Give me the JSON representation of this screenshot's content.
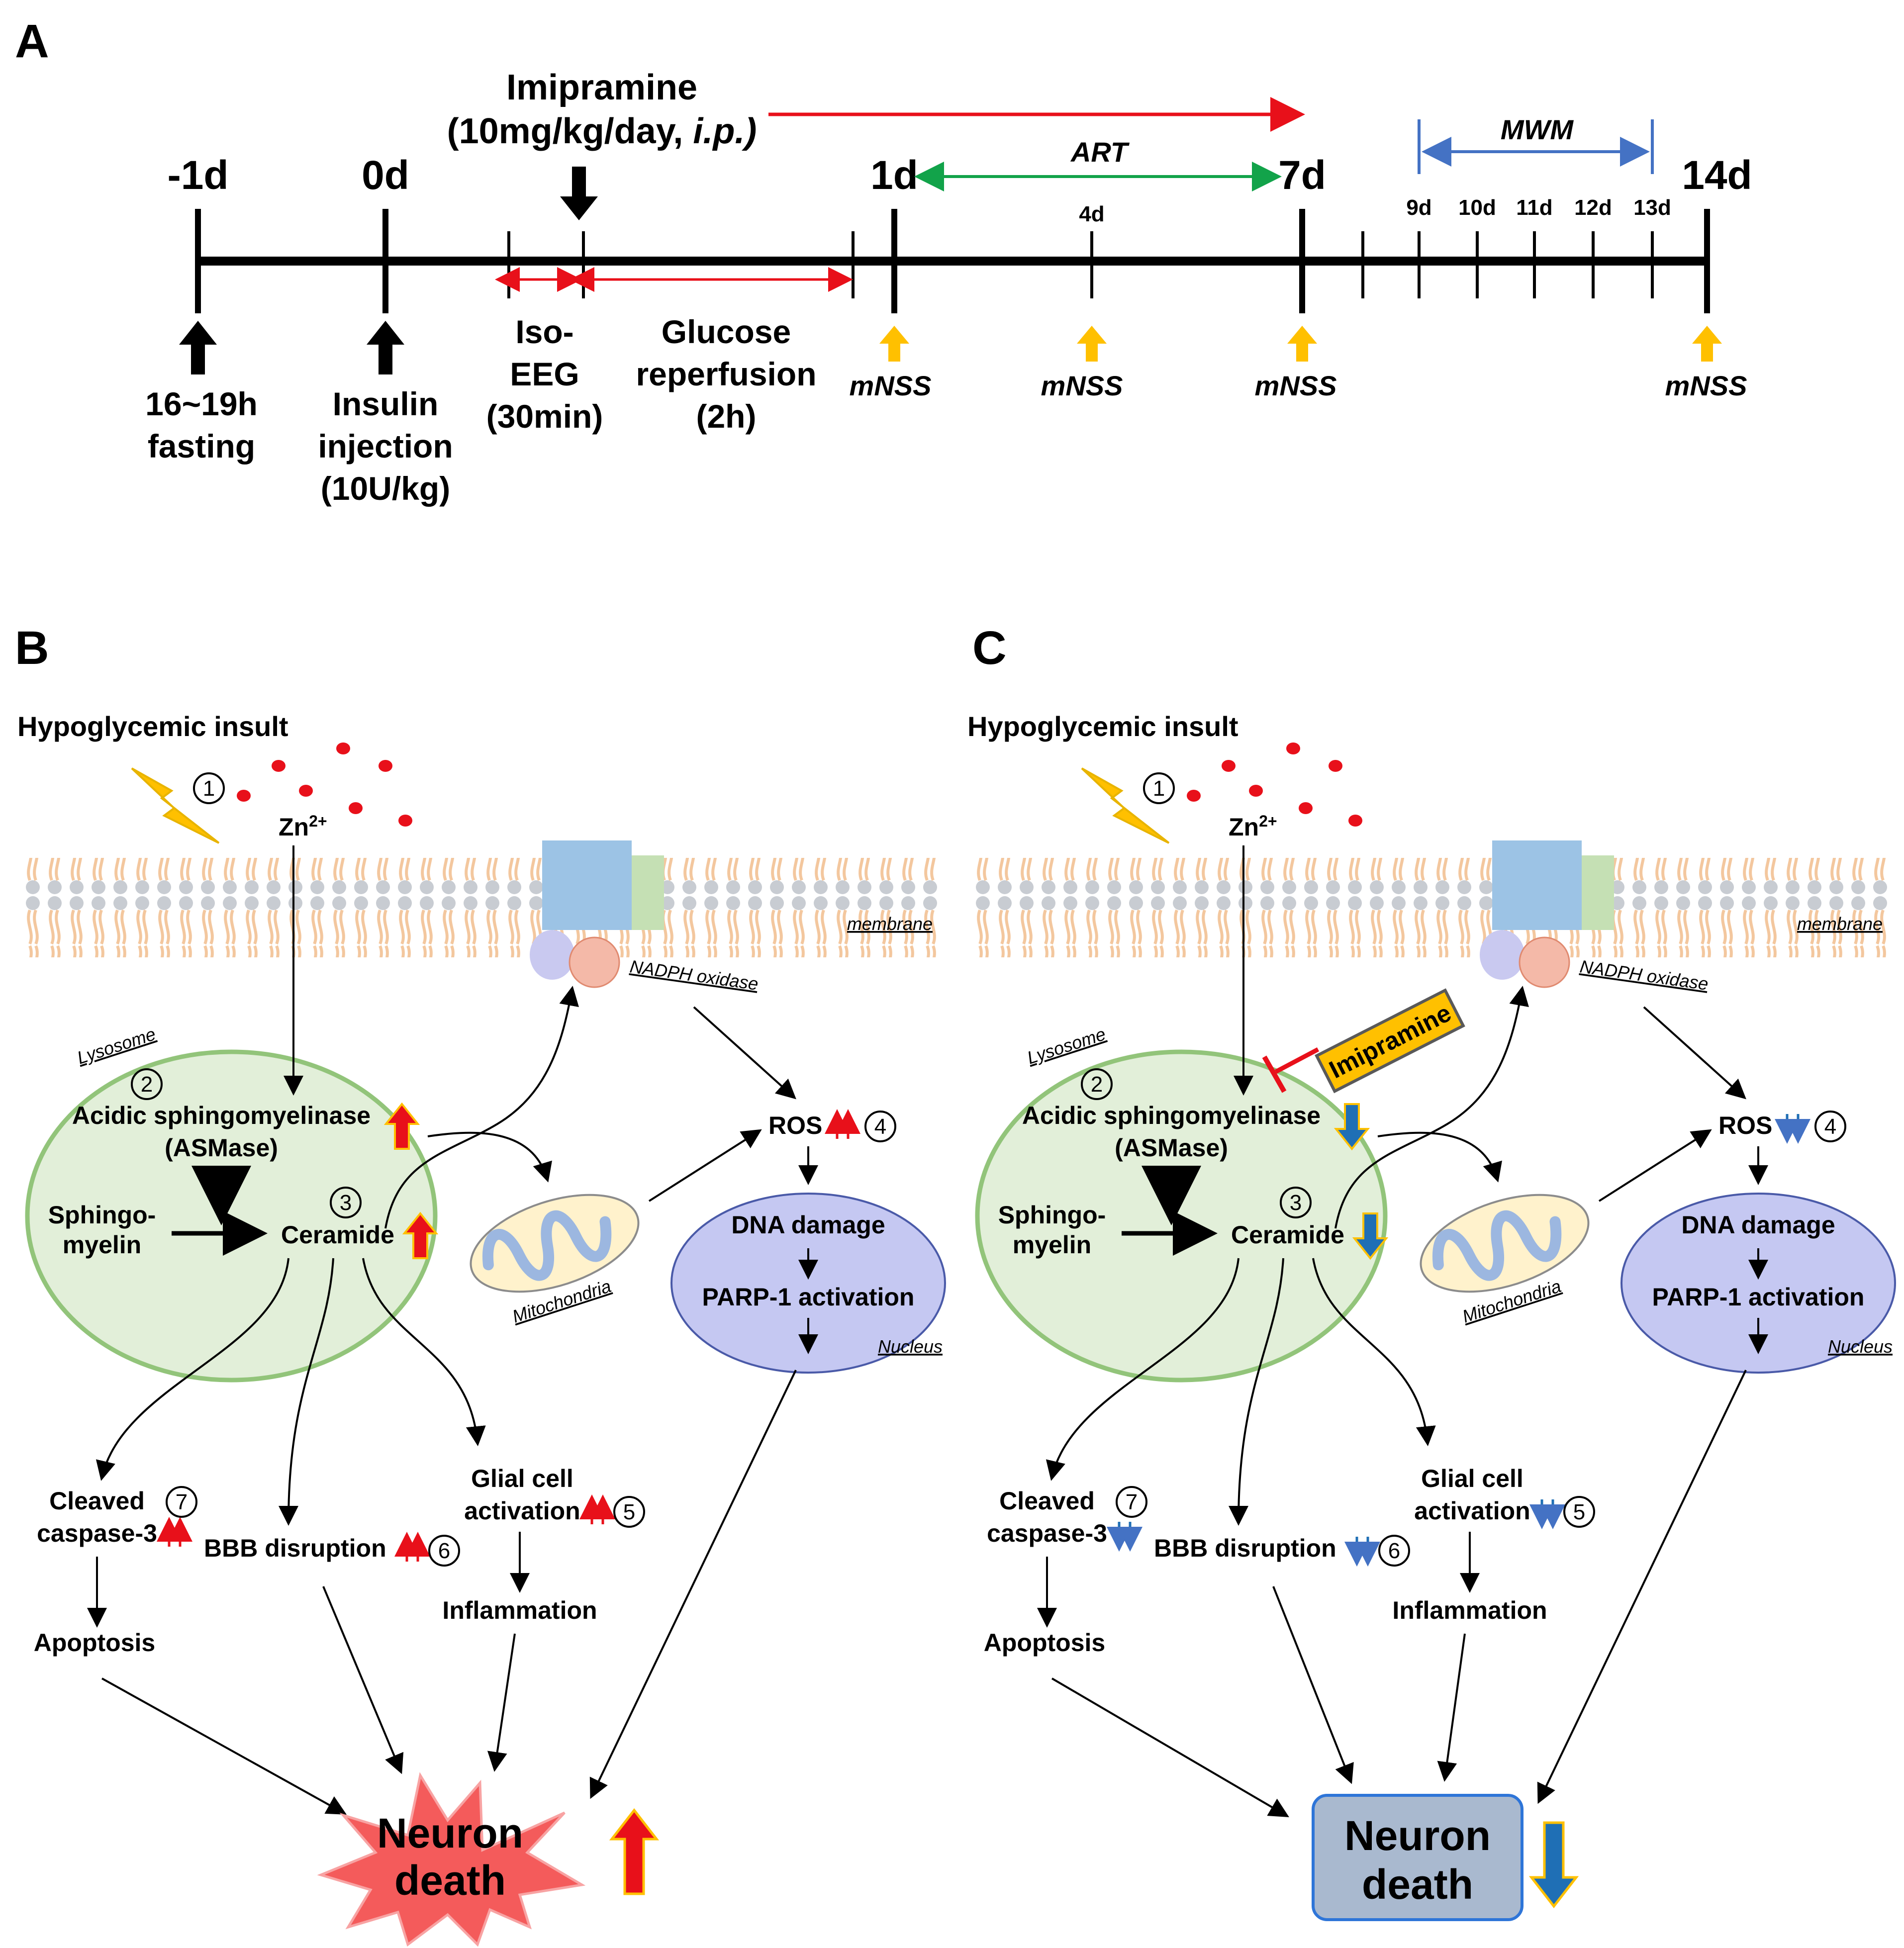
{
  "panelA": {
    "label": "A",
    "imipramine_title": "Imipramine",
    "imipramine_dose": "(10mg/kg/day, ",
    "imipramine_route": "i.p.)",
    "days": [
      "-1d",
      "0d",
      "1d",
      "7d",
      "14d"
    ],
    "minor_days": [
      "4d",
      "9d",
      "10d",
      "11d",
      "12d",
      "13d"
    ],
    "art_label": "ART",
    "mwm_label": "MWM",
    "fasting": [
      "16~19h",
      "fasting"
    ],
    "insulin": [
      "Insulin",
      "injection",
      "(10U/kg)"
    ],
    "iso_eeg": [
      "Iso-",
      "EEG",
      "(30min)"
    ],
    "glucose": [
      "Glucose",
      "reperfusion",
      "(2h)"
    ],
    "mnss_label": "mNSS",
    "colors": {
      "red": "#e8101a",
      "green": "#12a34a",
      "blue": "#4472c4",
      "orange": "#ffc000"
    }
  },
  "panelB": {
    "label": "B",
    "insult": "Hypoglycemic insult",
    "zinc": "Zn",
    "zinc_sup": "2+",
    "membrane": "membrane",
    "nadph": "NADPH oxidase",
    "lysosome": "Lysosome",
    "asmase": [
      "Acidic sphingomyelinase",
      "(ASMase)"
    ],
    "sphingo": [
      "Sphingo-",
      "myelin"
    ],
    "ceramide": "Ceramide",
    "mito": "Mitochondria",
    "ros": "ROS",
    "dna": "DNA damage",
    "parp": "PARP-1 activation",
    "nucleus": "Nucleus",
    "cleaved": [
      "Cleaved",
      "caspase-3"
    ],
    "bbb": "BBB disruption",
    "glial": [
      "Glial cell",
      "activation"
    ],
    "apoptosis": "Apoptosis",
    "inflammation": "Inflammation",
    "death": [
      "Neuron",
      "death"
    ],
    "nums": [
      "1",
      "2",
      "3",
      "4",
      "5",
      "6",
      "7"
    ]
  },
  "panelC": {
    "label": "C",
    "insult": "Hypoglycemic insult",
    "zinc": "Zn",
    "zinc_sup": "2+",
    "membrane": "membrane",
    "nadph": "NADPH oxidase",
    "lysosome": "Lysosome",
    "imipramine": "Imipramine",
    "asmase": [
      "Acidic sphingomyelinase",
      "(ASMase)"
    ],
    "sphingo": [
      "Sphingo-",
      "myelin"
    ],
    "ceramide": "Ceramide",
    "mito": "Mitochondria",
    "ros": "ROS",
    "dna": "DNA damage",
    "parp": "PARP-1 activation",
    "nucleus": "Nucleus",
    "cleaved": [
      "Cleaved",
      "caspase-3"
    ],
    "bbb": "BBB disruption",
    "glial": [
      "Glial cell",
      "activation"
    ],
    "apoptosis": "Apoptosis",
    "inflammation": "Inflammation",
    "death": [
      "Neuron",
      "death"
    ],
    "nums": [
      "1",
      "2",
      "3",
      "4",
      "5",
      "6",
      "7"
    ]
  }
}
